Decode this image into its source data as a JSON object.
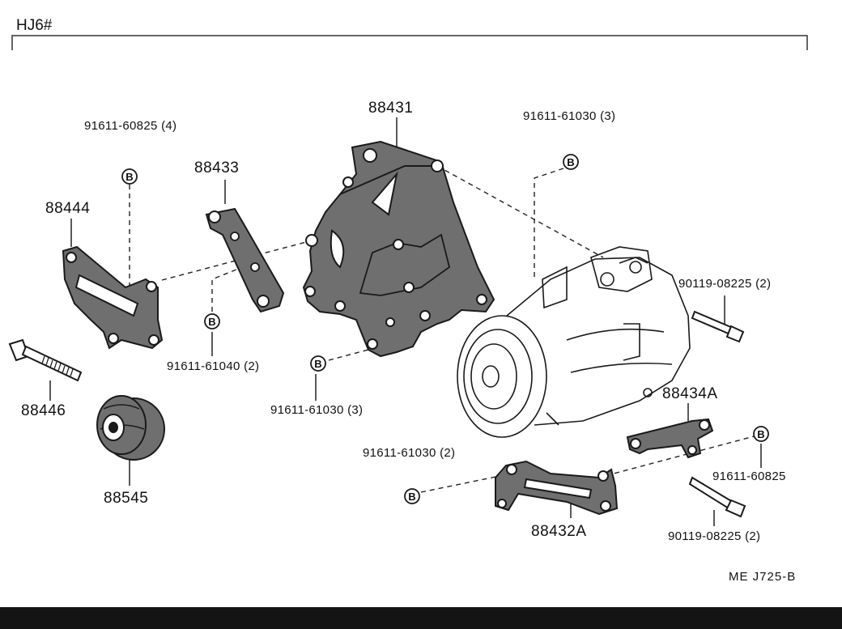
{
  "header": {
    "model_code": "HJ6#"
  },
  "callout_symbol": "B",
  "parts": [
    {
      "id": "88431",
      "label": "88431"
    },
    {
      "id": "88433",
      "label": "88433"
    },
    {
      "id": "88444",
      "label": "88444"
    },
    {
      "id": "88446",
      "label": "88446"
    },
    {
      "id": "88545",
      "label": "88545"
    },
    {
      "id": "88434A",
      "label": "88434A"
    },
    {
      "id": "88432A",
      "label": "88432A"
    }
  ],
  "bolts": [
    {
      "label": "91611-60825 (4)"
    },
    {
      "label": "91611-61030 (3)"
    },
    {
      "label": "90119-08225 (2)"
    },
    {
      "label": "91611-61040 (2)"
    },
    {
      "label": "91611-61030 (3)"
    },
    {
      "label": "91611-61030 (2)"
    },
    {
      "label": "91611-60825"
    },
    {
      "label": "90119-08225 (2)"
    }
  ],
  "drawing_code": "ME  J725-B"
}
